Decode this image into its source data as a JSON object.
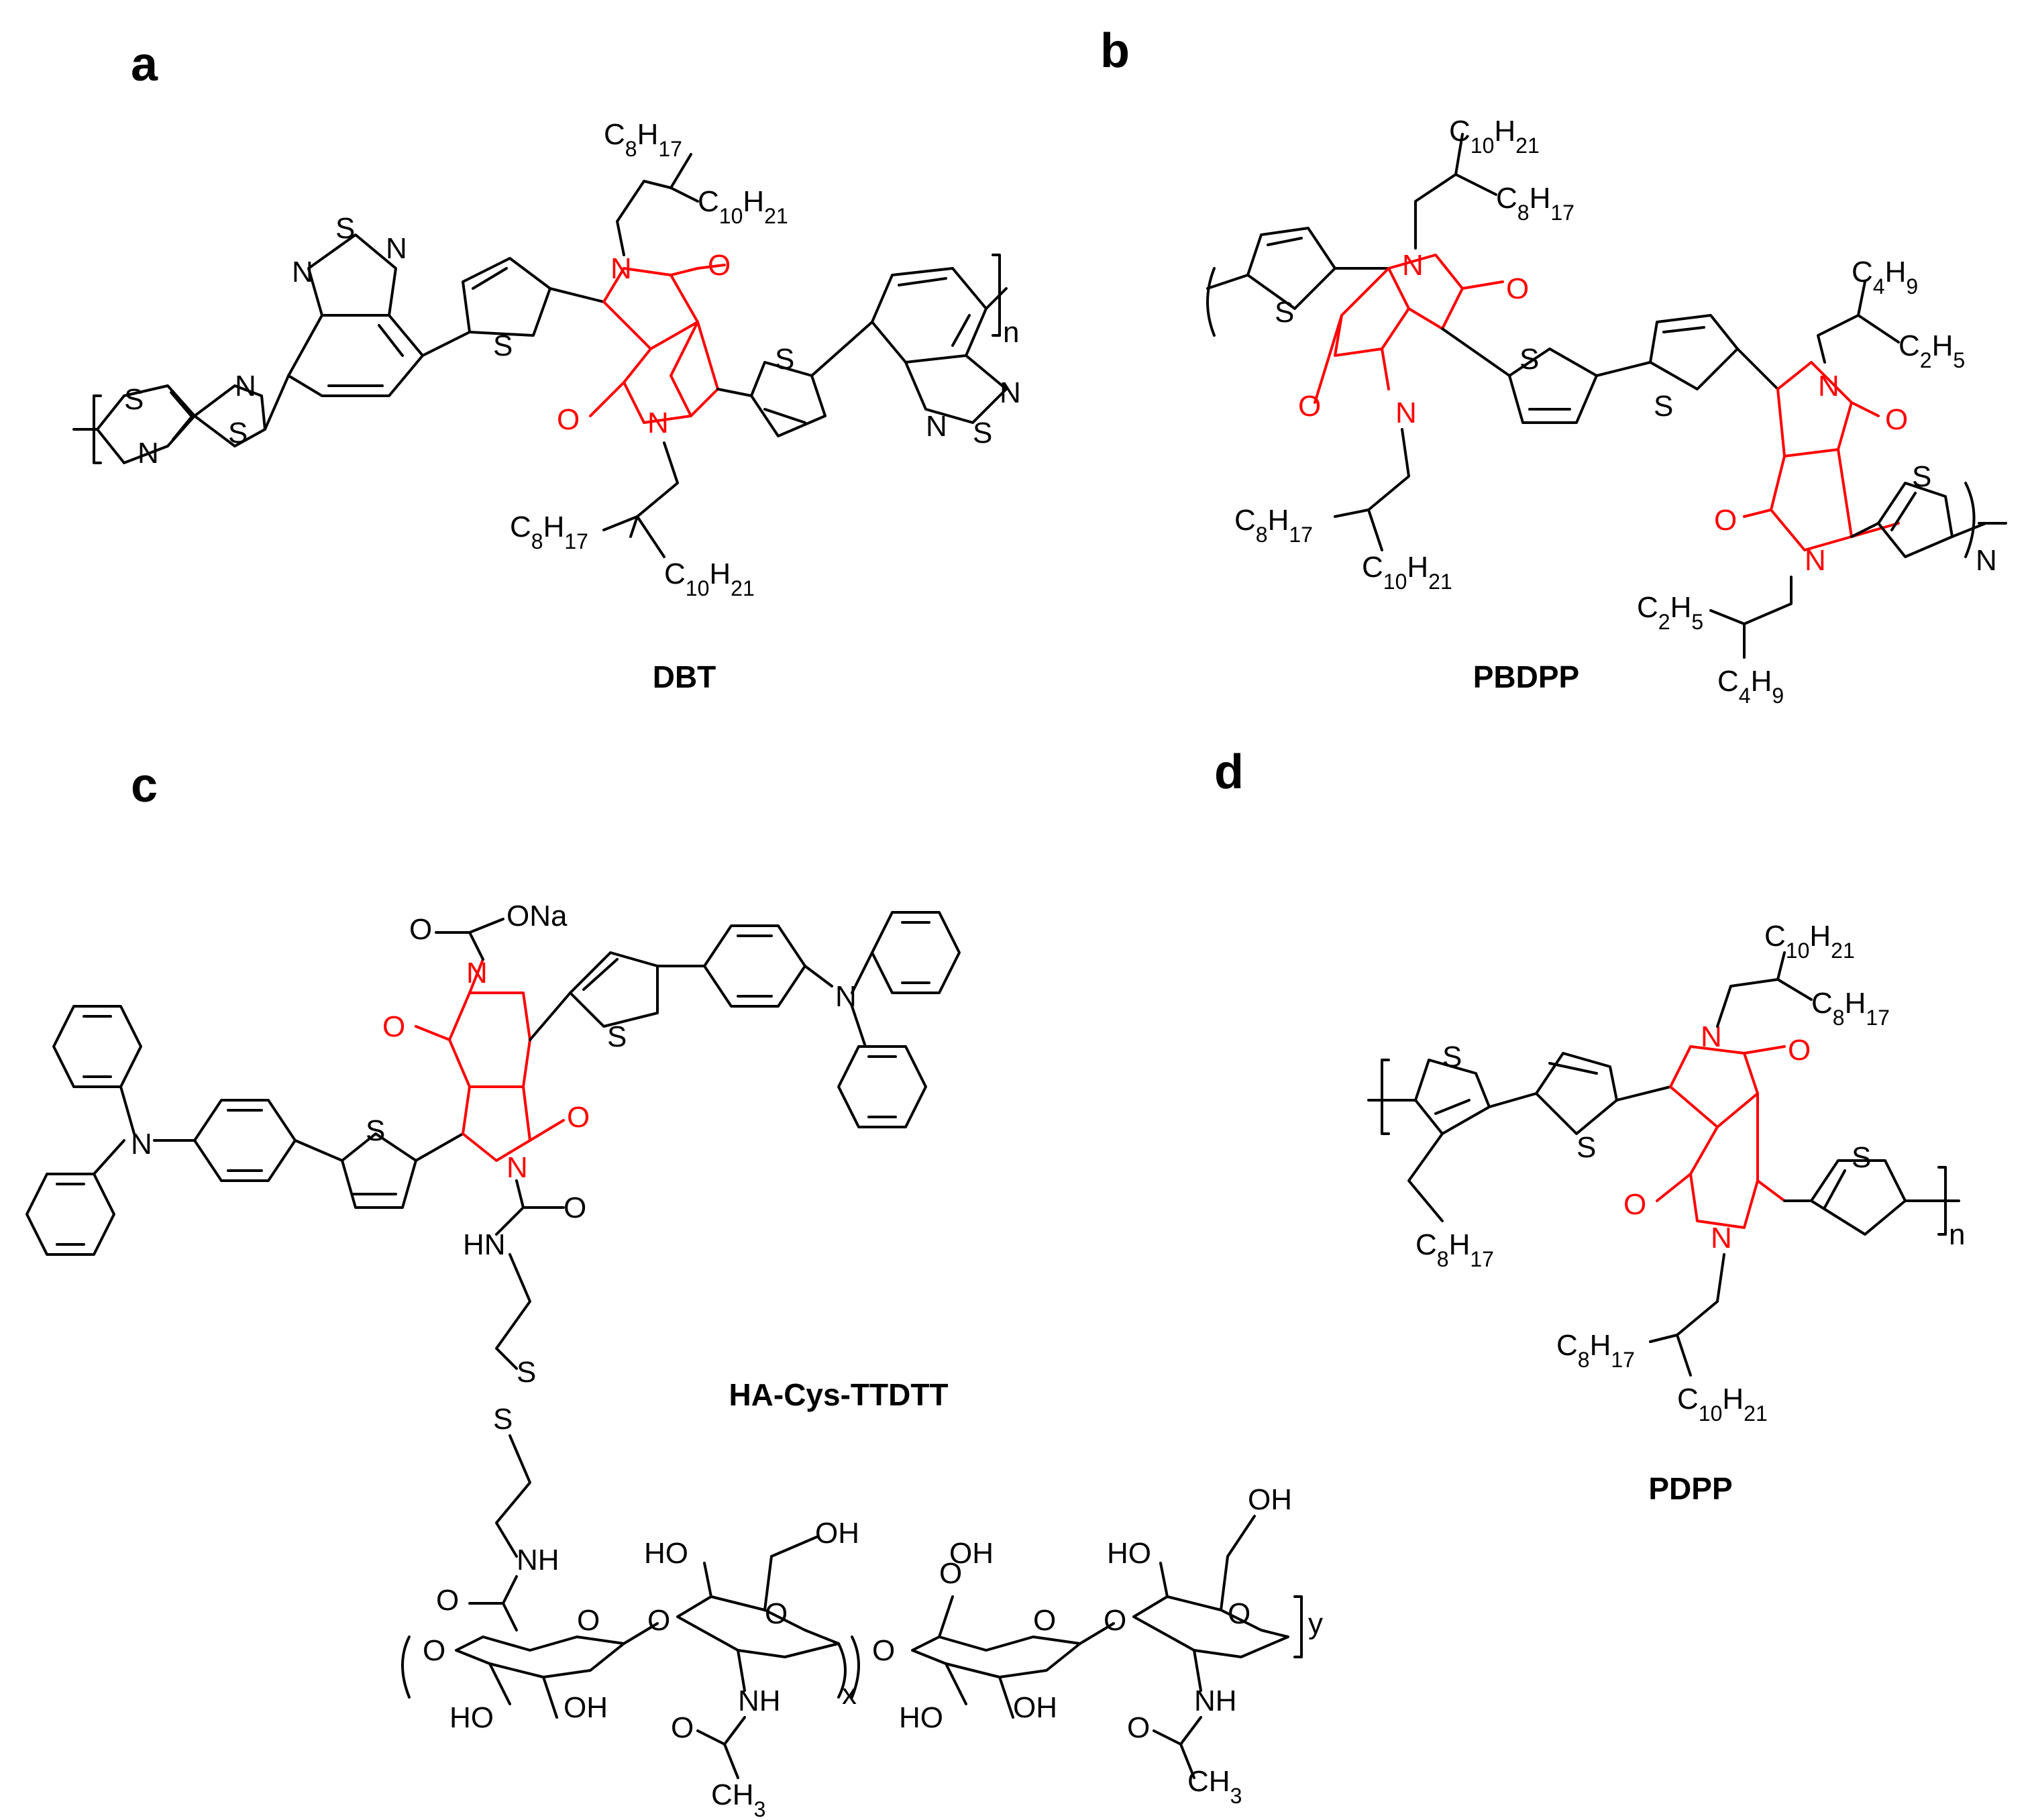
{
  "panels": [
    {
      "label": "a",
      "name": "DBT"
    },
    {
      "label": "b",
      "name": "PBDPP"
    },
    {
      "label": "c",
      "name": "HA-Cys-TTDTT"
    },
    {
      "label": "d",
      "name": "PDPP"
    }
  ],
  "atoms": {
    "S": "S",
    "N": "N",
    "O": "O",
    "NH": "NH",
    "HN": "HN",
    "OH": "OH",
    "HO": "HO",
    "ONa": "ONa",
    "n": "n",
    "N_sub": "N",
    "x": "x",
    "y": "y"
  },
  "chains": {
    "C8H17": {
      "C": "C",
      "a": "8",
      "H": "H",
      "b": "17"
    },
    "C10H21": {
      "C": "C",
      "a": "10",
      "H": "H",
      "b": "21"
    },
    "C4H9": {
      "C": "C",
      "a": "4",
      "H": "H",
      "b": "9"
    },
    "C2H5": {
      "C": "C",
      "a": "2",
      "H": "H",
      "b": "5"
    },
    "CH3": {
      "C": "C",
      "a": "",
      "H": "H",
      "b": "3"
    }
  },
  "colors": {
    "highlight": "#ff0000",
    "ink": "#000000",
    "background": "#ffffff"
  }
}
